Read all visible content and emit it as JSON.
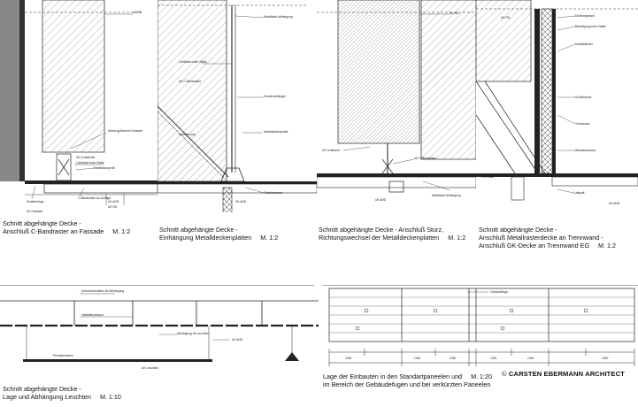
{
  "panels": [
    {
      "caption_line1": "Schnitt abgehängte Decke -",
      "caption_line2": "Anschluß C-Bandraster an Fassade",
      "scale": "M. 1:2",
      "notes": [
        "UK RD",
        "Unterzug Bereich Fassade",
        "UK Lichtdecke",
        "Lichtband nach Statik",
        "Metallstanzprofil",
        "Schattenfuge",
        "C-Bandraster nur Auflage",
        "UK Fassade",
        "UK AHD",
        "UK RD"
      ]
    },
    {
      "caption_line1": "Schnitt abgehängte Decke -",
      "caption_line2": "Einhängung Metalldeckenplatten",
      "scale": "M. 1:2",
      "notes": [
        "Metallstab Abhängung",
        "Lichtband nach Statik",
        "Deckenabhänger",
        "UK C-Bandraster",
        "Ausdehnung",
        "Metalldeckenplatte",
        "Federklammer",
        "UK AHD"
      ]
    },
    {
      "caption_line1": "Schnitt abgehängte Decke - Anschluß Sturz,",
      "caption_line2": "Richtungswechsel der Metalldeckenplatten",
      "scale": "M. 1:2",
      "notes": [
        "UK RD",
        "UK Lichtband",
        "UK C-Bandraster",
        "Metallstab Abhängung",
        "UK AHD"
      ]
    },
    {
      "caption_line1": "Schnitt abgehängte Decke -",
      "caption_line2": "Anschluß Metallrasterdecke an Trennwand -",
      "caption_line3": "Anschluß GK-Decke an Trennwand EG",
      "scale": "M. 1:2",
      "notes": [
        "Dichtungsband",
        "UK RD",
        "Befestigung nach Statik",
        "Metallständer",
        "Schallschutz",
        "Trennwand",
        "Wandanschluss",
        "GK-Platte",
        "Luftspalt",
        "UK AHD"
      ]
    },
    {
      "caption_line1": "Schnitt abgehängte Decke -",
      "caption_line2": "Lage und Abhängung Leuchten",
      "scale": "M. 1:10",
      "notes": [
        "Unterkonstruktion für Abhängung",
        "Installationsraum",
        "Abhängung für Leuchten",
        "Pendelleuchten",
        "UK Leuchten",
        "UK AHD"
      ]
    },
    {
      "caption_line1": "Lage der Einbauten in den Standartpaneelen und",
      "caption_line2": "im Bereich der Gebäudefugen und bei verkürzten Paneelen",
      "scale": "M. 1:20",
      "notes": [
        "Gebäudefuge",
        "1250",
        "1250",
        "1250",
        "1250",
        "1250",
        "1250"
      ]
    }
  ],
  "credit": {
    "symbol": "©",
    "text": "CARSTEN EBERMANN ARCHITECT"
  }
}
